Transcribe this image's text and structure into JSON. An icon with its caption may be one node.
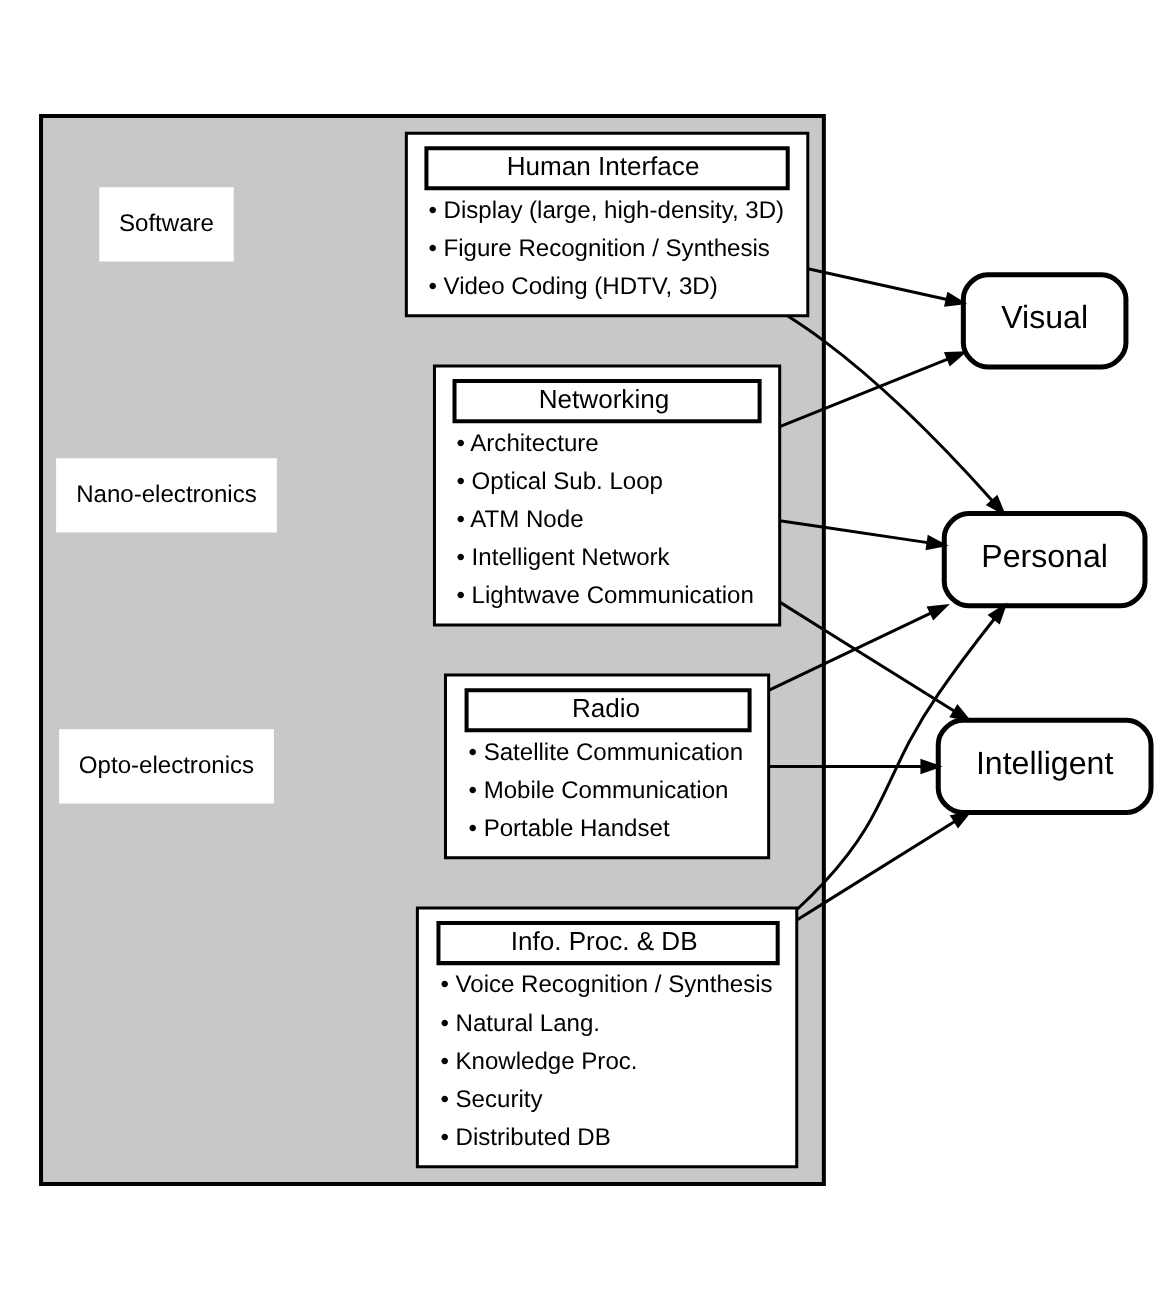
{
  "diagram": {
    "nodes": [
      {
        "text": [],
        "shape": "box"
      },
      {
        "text": [
          "Software"
        ],
        "in": 0
      },
      {
        "text": [
          "Nano-electronics"
        ],
        "in": 0
      },
      {
        "text": [
          "Opto-electronics"
        ],
        "in": 0
      },
      {
        "text": [
          "Human Interface",
          "• Display (large, high-density, 3D)",
          "• Figure Recognition / Synthesis",
          "• Video Coding (HDTV, 3D)"
        ],
        "in": 0
      },
      {
        "text": [
          "Info. Proc. & DB",
          "• Voice Recognition / Synthesis",
          "• Natural Lang.",
          "• Knowledge Proc.",
          "• Security",
          "• Distributed DB"
        ],
        "in": 0
      },
      {
        "text": [
          "Networking",
          "• Architecture",
          "• Optical Sub. Loop",
          "• ATM Node",
          "• Intelligent Network",
          "• Lightwave Communication"
        ],
        "in": 0
      },
      {
        "text": [
          "Radio",
          "• Satellite Communication",
          "• Mobile Communication",
          "• Portable Handset"
        ],
        "in": 0
      },
      {
        "text": [
          "Visual"
        ]
      },
      {
        "text": [
          "Intelligent"
        ]
      },
      {
        "text": [
          "Personal"
        ]
      }
    ],
    "edges": [
      {
        "from": 4,
        "to": 8,
        "arrow": "to"
      },
      {
        "from": 4,
        "to": 10,
        "arrow": "to"
      },
      {
        "from": 5,
        "to": 9,
        "arrow": "to"
      },
      {
        "from": 5,
        "to": 10,
        "arrow": "to"
      },
      {
        "from": 6,
        "to": 8,
        "arrow": "to"
      },
      {
        "from": 6,
        "to": 9,
        "arrow": "to"
      },
      {
        "from": 6,
        "to": 10,
        "arrow": "to"
      },
      {
        "from": 7,
        "to": 9,
        "arrow": "to"
      },
      {
        "from": 7,
        "to": 10,
        "arrow": "to"
      }
    ]
  }
}
